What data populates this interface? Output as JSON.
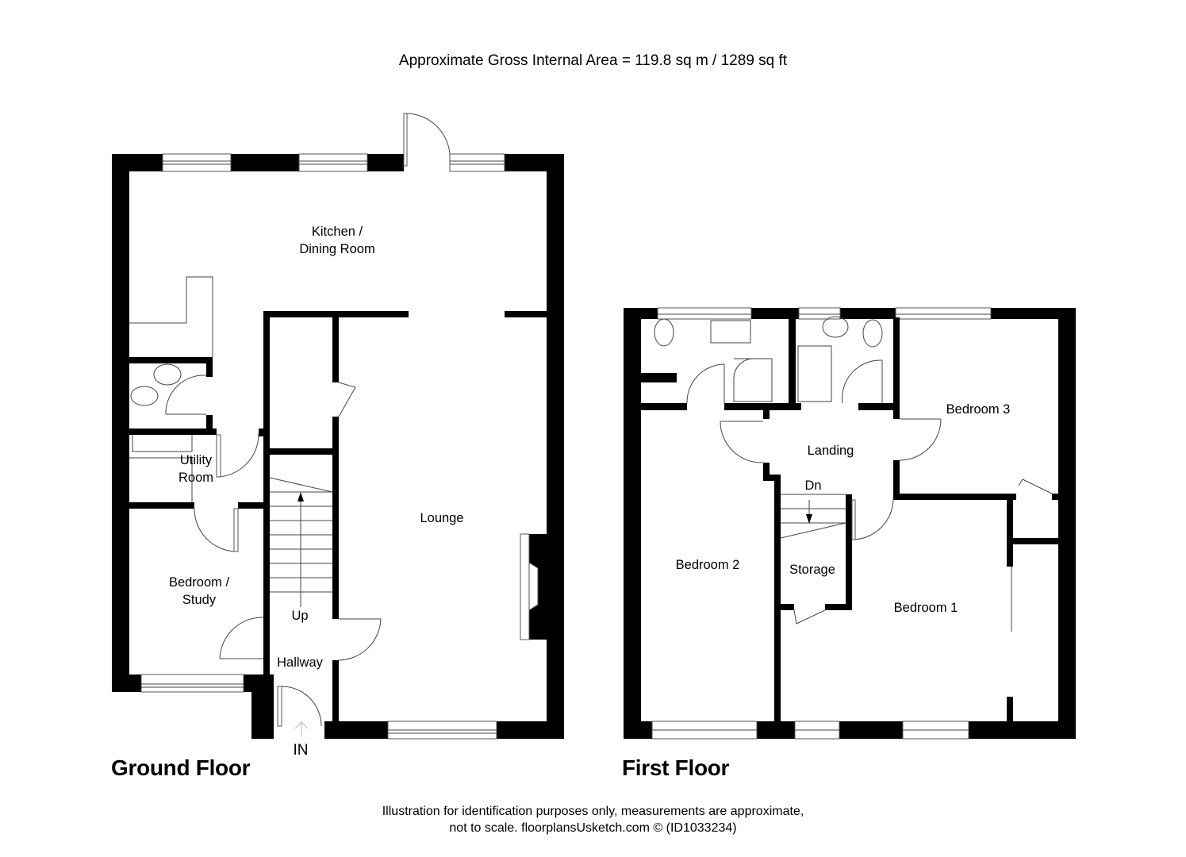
{
  "header": {
    "area_text": "Approximate Gross Internal Area = 119.8 sq m / 1289 sq ft"
  },
  "ground_floor": {
    "label": "Ground Floor",
    "rooms": {
      "kitchen_line1": "Kitchen /",
      "kitchen_line2": "Dining Room",
      "utility_line1": "Utility",
      "utility_line2": "Room",
      "lounge": "Lounge",
      "bedroom_study_line1": "Bedroom /",
      "bedroom_study_line2": "Study",
      "hallway": "Hallway",
      "stairs_up": "Up",
      "entrance": "IN"
    }
  },
  "first_floor": {
    "label": "First Floor",
    "rooms": {
      "bedroom1": "Bedroom 1",
      "bedroom2": "Bedroom 2",
      "bedroom3": "Bedroom 3",
      "landing": "Landing",
      "storage": "Storage",
      "stairs_down": "Dn"
    }
  },
  "footer": {
    "line1": "Illustration for identification purposes only, measurements are approximate,",
    "line2": "not to scale. floorplansUsketch.com © (ID1033234)"
  }
}
